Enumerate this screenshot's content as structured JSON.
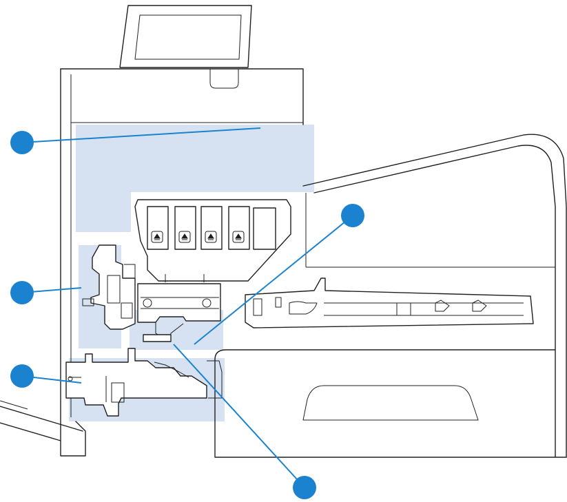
{
  "figure": {
    "kind": "printer-internal-components-diagram",
    "callouts": [
      {
        "id": 1,
        "label": ""
      },
      {
        "id": 2,
        "label": ""
      },
      {
        "id": 3,
        "label": ""
      },
      {
        "id": 4,
        "label": ""
      },
      {
        "id": 5,
        "label": ""
      }
    ],
    "ink_cartridge_slots": 4,
    "colors": {
      "callout": "#1a82cf",
      "highlight_zone": "#d6e2f2",
      "outline": "#1f1f1f",
      "background": "#ffffff"
    },
    "icons": [
      "eject-icon",
      "eject-icon",
      "eject-icon",
      "eject-icon"
    ]
  }
}
